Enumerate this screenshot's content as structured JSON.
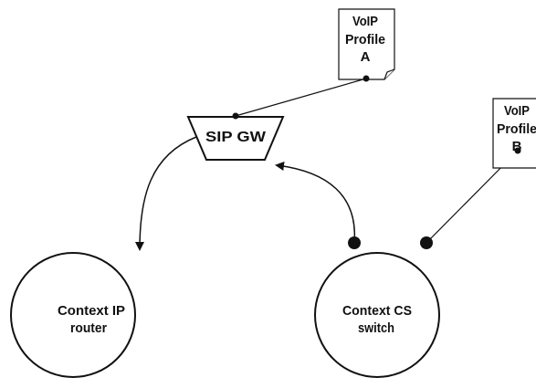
{
  "diagram": {
    "profile_a": {
      "line1": "VoIP",
      "line2": "Profile",
      "line3": "A"
    },
    "profile_b": {
      "line1": "VoIP",
      "line2": "Profile",
      "line3": "B"
    },
    "sip_gw": {
      "label": "SIP GW"
    },
    "context_ip": {
      "line1": "Context IP",
      "line2": "router"
    },
    "context_cs": {
      "line1": "Context CS",
      "line2": "switch"
    }
  }
}
